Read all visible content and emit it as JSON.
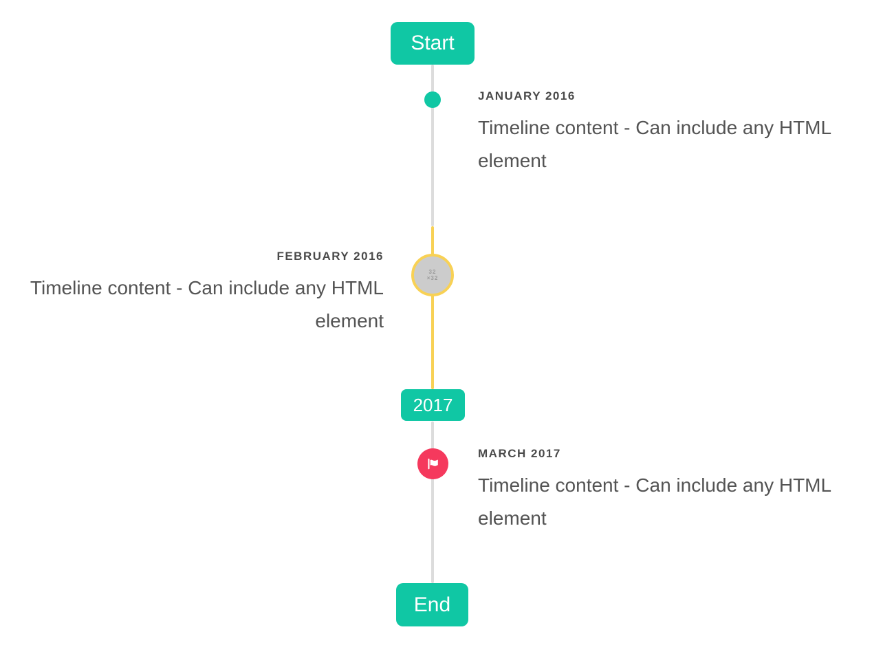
{
  "timeline": {
    "colors": {
      "accent_teal": "#10c7a4",
      "accent_red": "#f5395d",
      "accent_yellow": "#f8d155",
      "line_gray": "#dcdcdc",
      "avatar_fill": "#cccccc",
      "title_text": "#4a4a4a",
      "body_text": "#545454"
    },
    "start_badge_label": "Start",
    "year_badge_label": "2017",
    "end_badge_label": "End",
    "avatar_placeholder": {
      "line1": "32",
      "line2": "×32"
    },
    "items": [
      {
        "title": "JANUARY 2016",
        "content": "Timeline content - Can include any HTML element",
        "side": "right",
        "marker": "teal-dot"
      },
      {
        "title": "FEBRUARY 2016",
        "content": "Timeline content - Can include any HTML element",
        "side": "left",
        "marker": "gray-avatar-yellow-ring"
      },
      {
        "title": "MARCH 2017",
        "content": "Timeline content - Can include any HTML element",
        "side": "right",
        "marker": "red-flag"
      }
    ]
  }
}
